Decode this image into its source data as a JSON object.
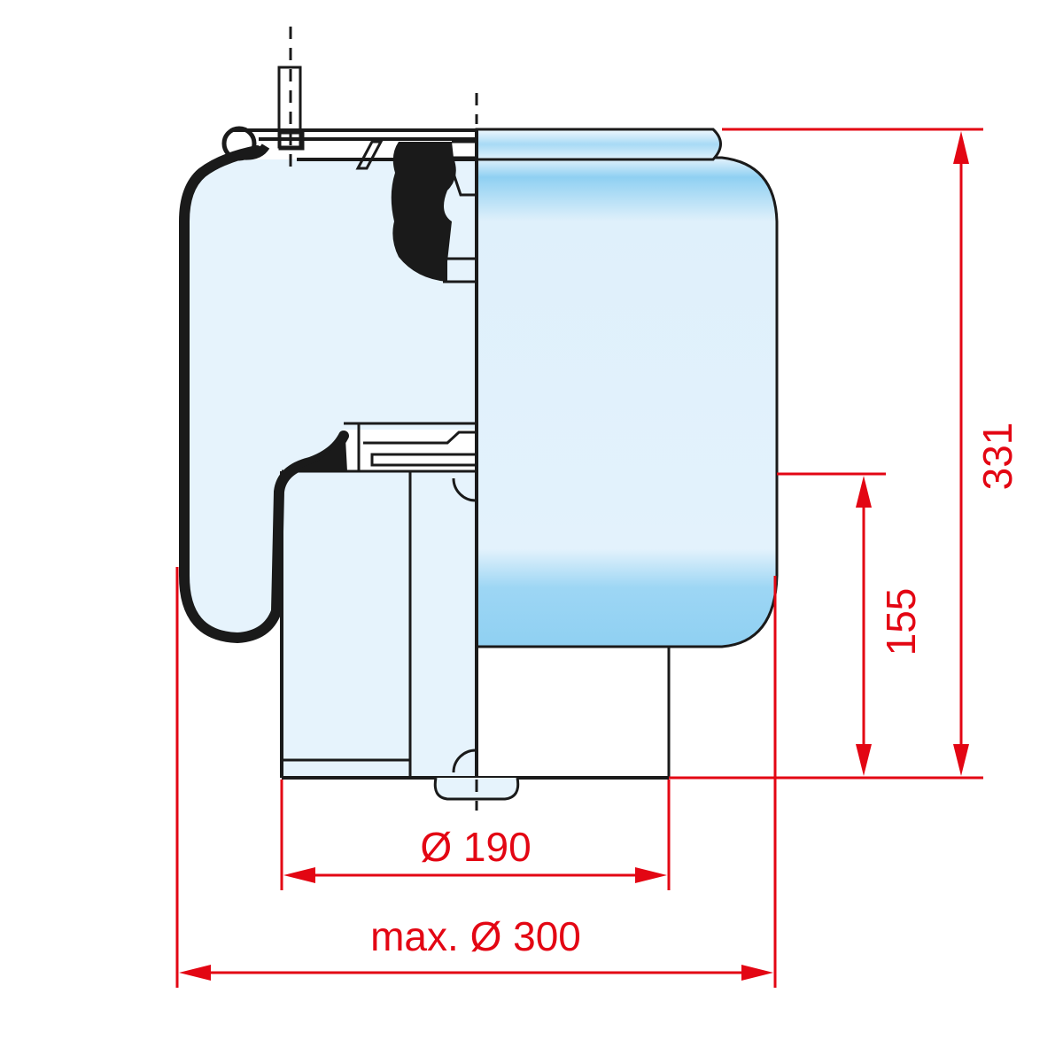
{
  "drawing": {
    "title": "Air spring dimension drawing",
    "colors": {
      "dimension": "#e30613",
      "outline": "#1a1a1a",
      "fill_light": "#e6f3fc",
      "fill_blue": "#8fd0f2"
    },
    "dimensions": {
      "height_total": "331",
      "height_piston": "155",
      "diameter_piston": "Ø 190",
      "diameter_max": "max. Ø 300"
    }
  }
}
